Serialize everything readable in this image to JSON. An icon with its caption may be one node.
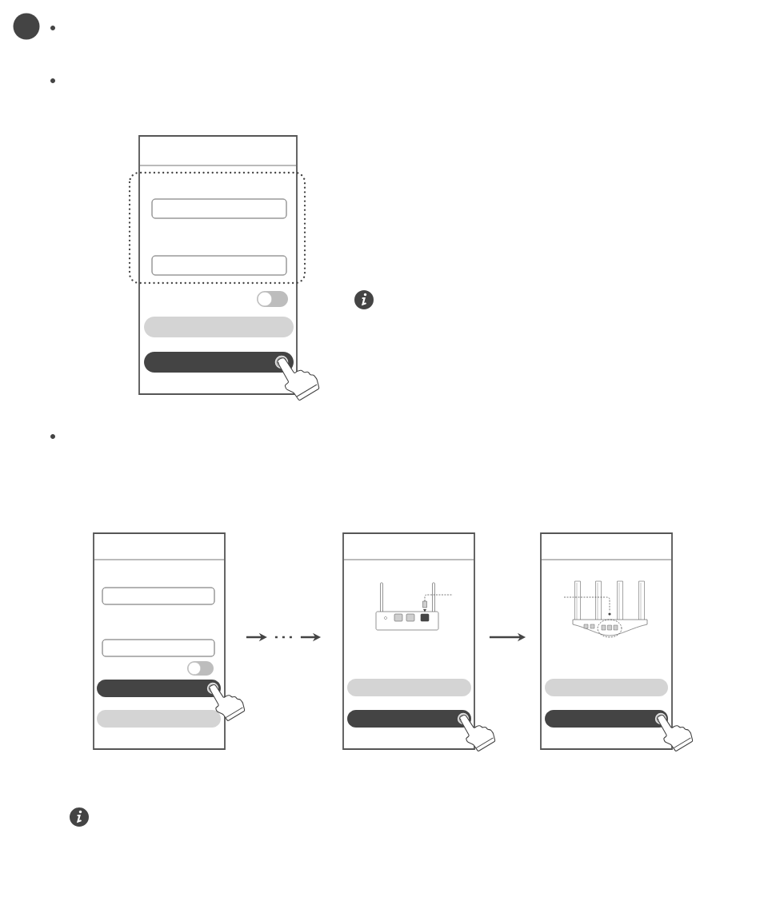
{
  "diagram": {
    "nodes": [
      {
        "text": [],
        "shape": "box"
      },
      {
        "text": [],
        "shape": "box"
      },
      {
        "text": [],
        "shape": "box"
      },
      {
        "text": [],
        "shape": "box"
      }
    ],
    "edges": [
      {
        "from": 1,
        "to": 2,
        "arrow": "to",
        "style": "dashed"
      },
      {
        "from": 2,
        "to": 3,
        "arrow": "to"
      }
    ]
  }
}
